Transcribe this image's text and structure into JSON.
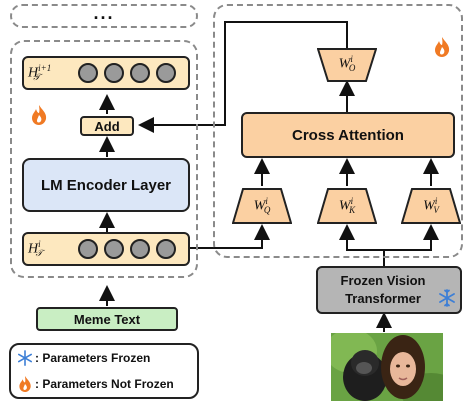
{
  "top_ellipsis": "...",
  "lm": {
    "top_state": {
      "base": "H",
      "sub": "𝒯",
      "sup": "i+1"
    },
    "bottom_state": {
      "base": "H",
      "sub": "𝒯",
      "sup": "i"
    },
    "add_label": "Add",
    "encoder_label": "LM Encoder Layer",
    "input_label": "Meme Text"
  },
  "cross": {
    "wo": {
      "base": "W",
      "sub": "O",
      "sup": "i"
    },
    "attention_label": "Cross Attention",
    "wq": {
      "base": "W",
      "sub": "Q",
      "sup": "i"
    },
    "wk": {
      "base": "W",
      "sub": "K",
      "sup": "i"
    },
    "wv": {
      "base": "W",
      "sub": "V",
      "sup": "i"
    }
  },
  "vision": {
    "label_line1": "Frozen Vision",
    "label_line2": "Transformer"
  },
  "legend": {
    "frozen": ": Parameters Frozen",
    "not_frozen": ": Parameters Not Frozen"
  },
  "colors": {
    "token_fill": "#fde8bf",
    "encoder_fill": "#dbe6f7",
    "attention_fill": "#fbd0a2",
    "input_fill": "#c9eec3",
    "vision_fill": "#b5b5b5",
    "snowflake": "#3d7fd6",
    "flame": "#f07a24"
  },
  "icons": [
    "snowflake-icon",
    "flame-icon"
  ]
}
